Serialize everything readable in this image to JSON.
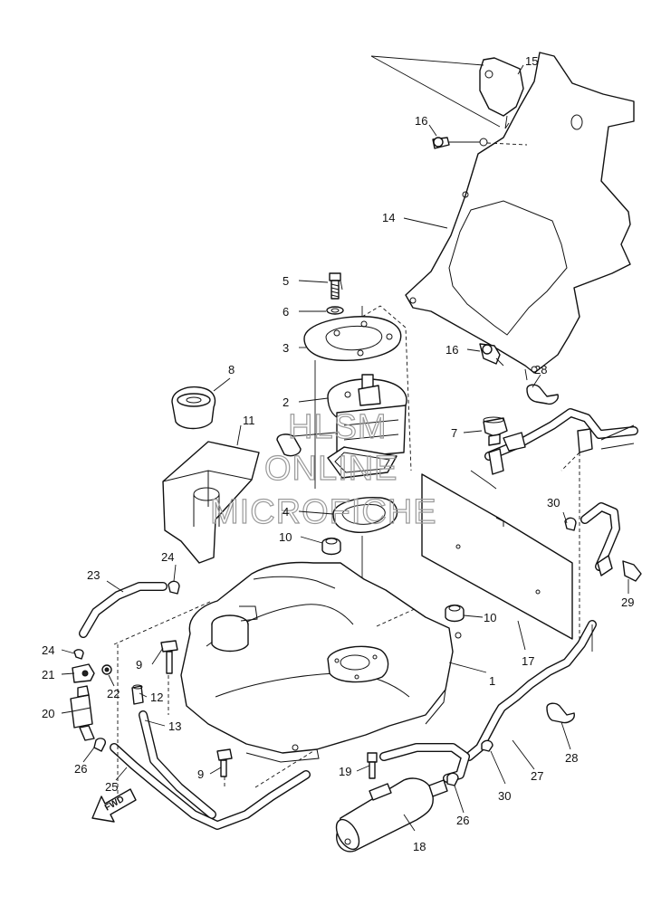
{
  "watermark": {
    "line1": "HLSM",
    "line2": "ONLINE",
    "line3": "MICROFICHE"
  },
  "direction_label": "FWD",
  "callouts": [
    {
      "id": "c1",
      "label": "1"
    },
    {
      "id": "c2",
      "label": "2"
    },
    {
      "id": "c3",
      "label": "3"
    },
    {
      "id": "c4",
      "label": "4"
    },
    {
      "id": "c5",
      "label": "5"
    },
    {
      "id": "c6",
      "label": "6"
    },
    {
      "id": "c7",
      "label": "7"
    },
    {
      "id": "c8",
      "label": "8"
    },
    {
      "id": "c9a",
      "label": "9"
    },
    {
      "id": "c9b",
      "label": "9"
    },
    {
      "id": "c10a",
      "label": "10"
    },
    {
      "id": "c10b",
      "label": "10"
    },
    {
      "id": "c11",
      "label": "11"
    },
    {
      "id": "c12",
      "label": "12"
    },
    {
      "id": "c13",
      "label": "13"
    },
    {
      "id": "c14",
      "label": "14"
    },
    {
      "id": "c15",
      "label": "15"
    },
    {
      "id": "c16a",
      "label": "16"
    },
    {
      "id": "c16b",
      "label": "16"
    },
    {
      "id": "c17",
      "label": "17"
    },
    {
      "id": "c18",
      "label": "18"
    },
    {
      "id": "c19",
      "label": "19"
    },
    {
      "id": "c20",
      "label": "20"
    },
    {
      "id": "c21",
      "label": "21"
    },
    {
      "id": "c22",
      "label": "22"
    },
    {
      "id": "c23",
      "label": "23"
    },
    {
      "id": "c24a",
      "label": "24"
    },
    {
      "id": "c24b",
      "label": "24"
    },
    {
      "id": "c25",
      "label": "25"
    },
    {
      "id": "c26a",
      "label": "26"
    },
    {
      "id": "c26b",
      "label": "26"
    },
    {
      "id": "c27",
      "label": "27"
    },
    {
      "id": "c28a",
      "label": "28"
    },
    {
      "id": "c28b",
      "label": "28"
    },
    {
      "id": "c29",
      "label": "29"
    },
    {
      "id": "c30a",
      "label": "30"
    },
    {
      "id": "c30b",
      "label": "30"
    }
  ]
}
